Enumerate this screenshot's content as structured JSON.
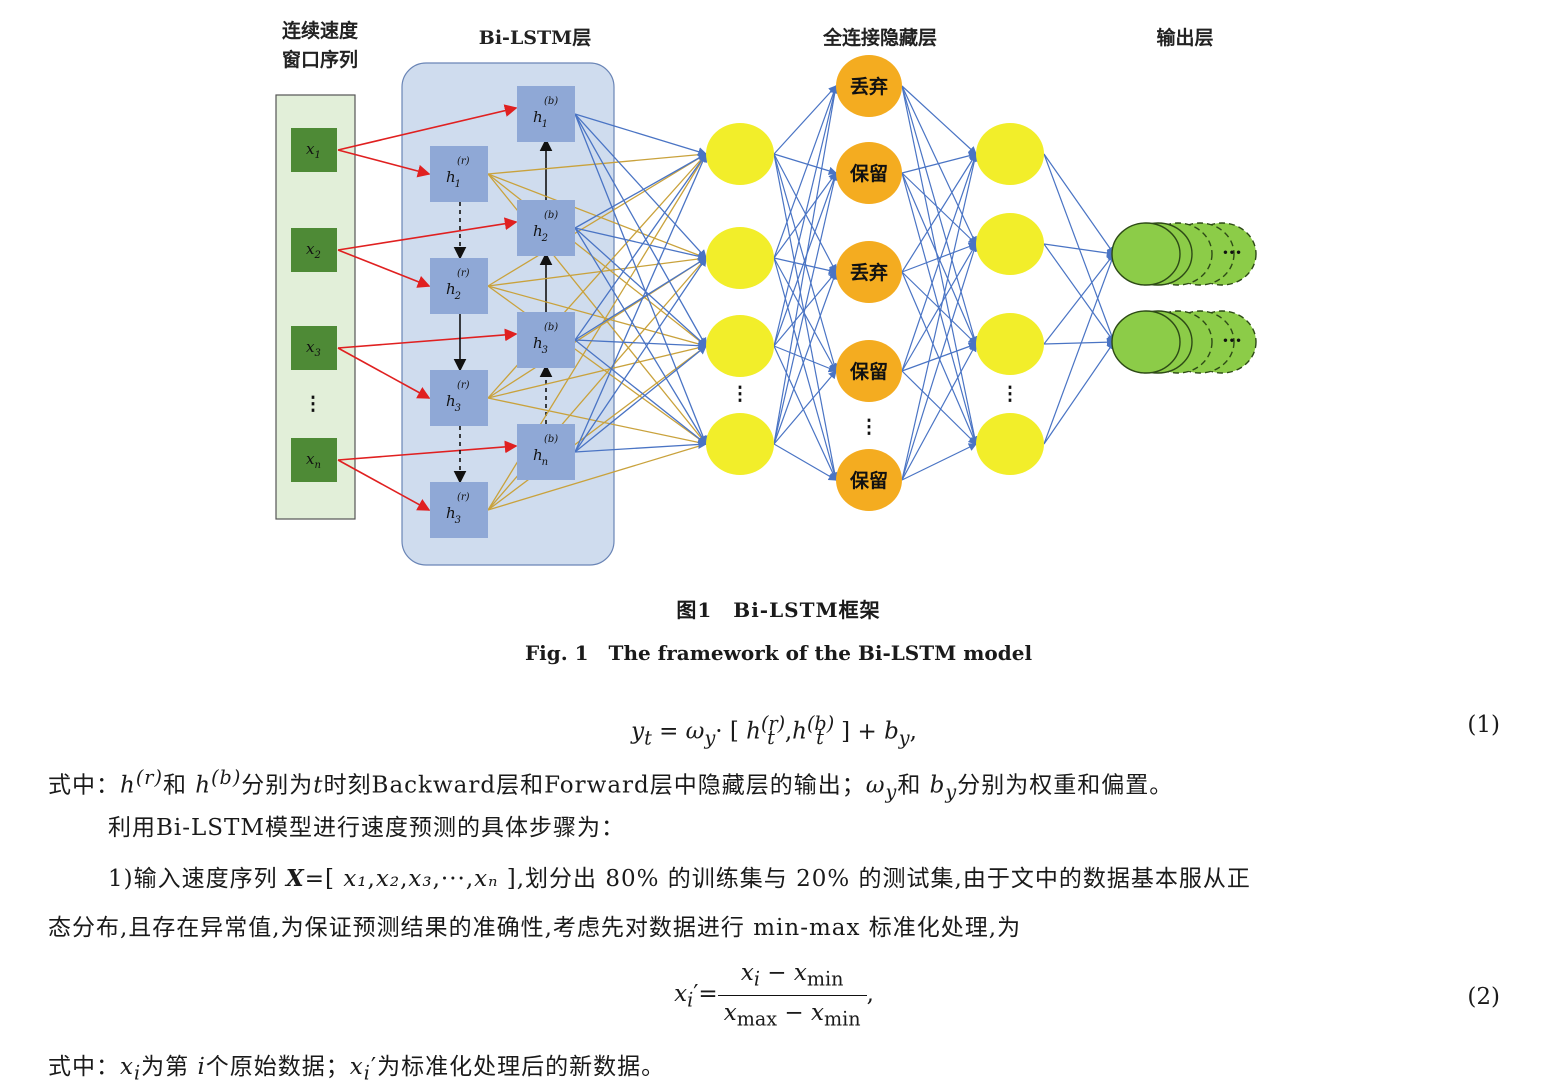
{
  "figure": {
    "titles": {
      "input": [
        "连续速度",
        "窗口序列"
      ],
      "bilstm": "Bi-LSTM层",
      "dense": "全连接隐藏层",
      "output": "输出层"
    },
    "inputs": [
      {
        "base": "x",
        "sub": "1"
      },
      {
        "base": "x",
        "sub": "2"
      },
      {
        "base": "x",
        "sub": "3"
      },
      {
        "base": "x",
        "sub": "n"
      }
    ],
    "forward_cells": [
      {
        "base": "h",
        "sub": "1",
        "sup": "(b)"
      },
      {
        "base": "h",
        "sub": "2",
        "sup": "(b)"
      },
      {
        "base": "h",
        "sub": "3",
        "sup": "(b)"
      },
      {
        "base": "h",
        "sub": "n",
        "sup": "(b)"
      }
    ],
    "backward_cells": [
      {
        "base": "h",
        "sub": "1",
        "sup": "(r)"
      },
      {
        "base": "h",
        "sub": "2",
        "sup": "(r)"
      },
      {
        "base": "h",
        "sub": "3",
        "sup": "(r)"
      },
      {
        "base": "h",
        "sub": "3",
        "sup": "(r)"
      }
    ],
    "dropout_labels": [
      "丢弃",
      "保留",
      "丢弃",
      "保留",
      "保留"
    ],
    "ellipsis_vertical": "⋮",
    "ellipsis_output": "···",
    "colors": {
      "input_panel": "#e2efd9",
      "input_node": "#4e8a36",
      "bilstm_panel": "#cfdcee",
      "cell": "#8fa8d6",
      "yellow_node": "#f2ee2a",
      "orange_node": "#f4ac20",
      "green_output": "#8ccc48",
      "red_arrow": "#e02020",
      "blue_line": "#4a74c4",
      "gold_line": "#c9a23c"
    }
  },
  "caption": {
    "cn": "图1　Bi-LSTM框架",
    "en": "Fig. 1　The framework of the Bi-LSTM model"
  },
  "eq1": {
    "y": "y",
    "t": "t",
    "eq": " = ",
    "omega": "ω",
    "omsub": "y",
    "mid": "· [ ",
    "h": "h",
    "supr": "(r)",
    "supb": "(b)",
    "comma": ",",
    "close": " ] + ",
    "b": "b",
    "bsub": "y",
    "tail": ",",
    "number": "(1)"
  },
  "p1": {
    "a": "式中：",
    "h": "h",
    "supr": "(r)",
    "supb": "(b)",
    "t": "t",
    "b": "和 ",
    "c": "分别为",
    "d": "时刻Backward层和Forward层中隐藏层的输出；",
    "omega": "ω",
    "ysub": "y",
    "e": "和 ",
    "bb": "b",
    "f": "分别为权重和偏置。"
  },
  "p2": "利用Bi-LSTM模型进行速度预测的具体步骤为：",
  "p3": {
    "a": "1)输入速度序列 ",
    "X": "X",
    "b": "=[ ",
    "seq": [
      "x₁",
      "x₂",
      "x₃",
      "···",
      "xₙ"
    ],
    "c": " ],划分出 80% 的训练集与 20% 的测试集,由于文中的数据基本服从正"
  },
  "p4": "态分布,且存在异常值,为保证预测结果的准确性,考虑先对数据进行 min-max 标准化处理,为",
  "eq2": {
    "lhs": "x",
    "isub": "i",
    "prime": "′=",
    "num_a": "x",
    "num_sub_a": "i",
    "minus": " − ",
    "num_b": "x",
    "sub_min": "min",
    "den_a": "x",
    "sub_max": "max",
    "den_b": "x",
    "tail": ",",
    "number": "(2)"
  },
  "p5": {
    "a": "式中：",
    "x": "x",
    "isub": "i",
    "b": "为第 ",
    "i": "i",
    "c": "个原始数据；",
    "d": "′为标准化处理后的新数据。"
  }
}
